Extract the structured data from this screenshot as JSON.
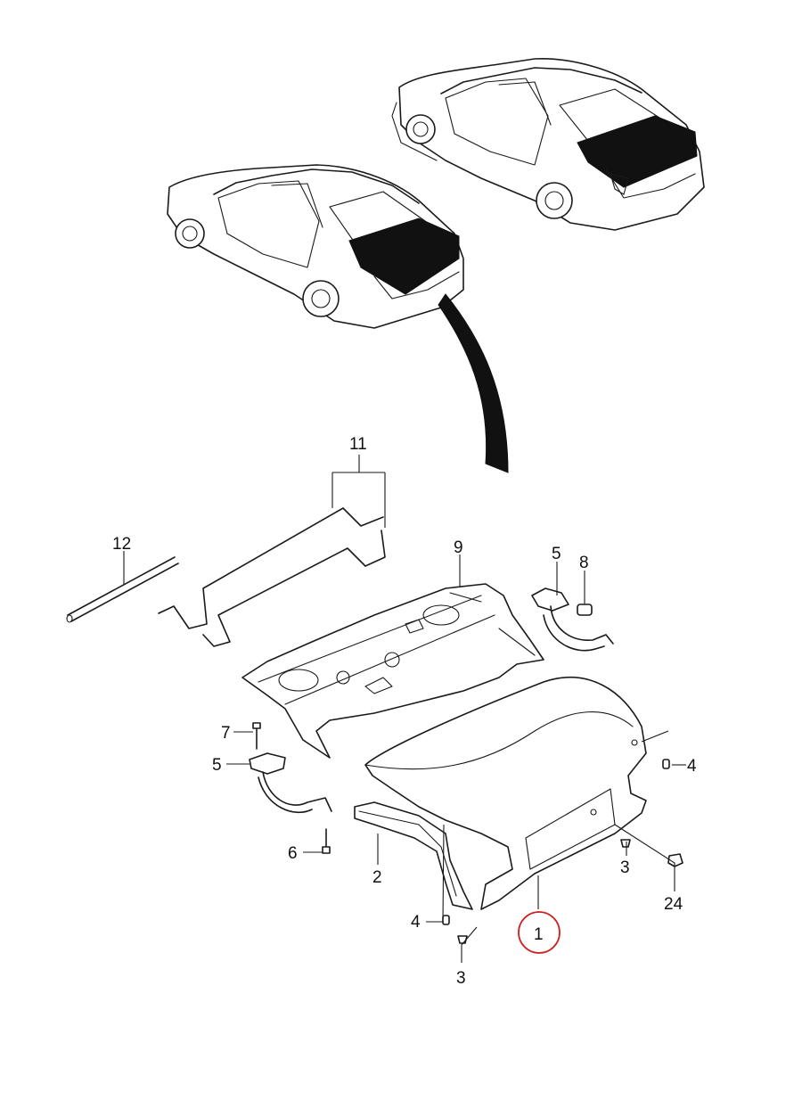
{
  "diagram": {
    "title": "Trunk lid and rear package tray exploded view",
    "colors": {
      "line": "#1a1a1a",
      "highlight_circle": "#cc2222",
      "background": "#ffffff"
    },
    "labels": {
      "p1": "1",
      "p2": "2",
      "p3a": "3",
      "p3b": "3",
      "p4a": "4",
      "p4b": "4",
      "p5a": "5",
      "p5b": "5",
      "p6": "6",
      "p7": "7",
      "p8": "8",
      "p9": "9",
      "p11": "11",
      "p12": "12",
      "p24": "24"
    }
  }
}
